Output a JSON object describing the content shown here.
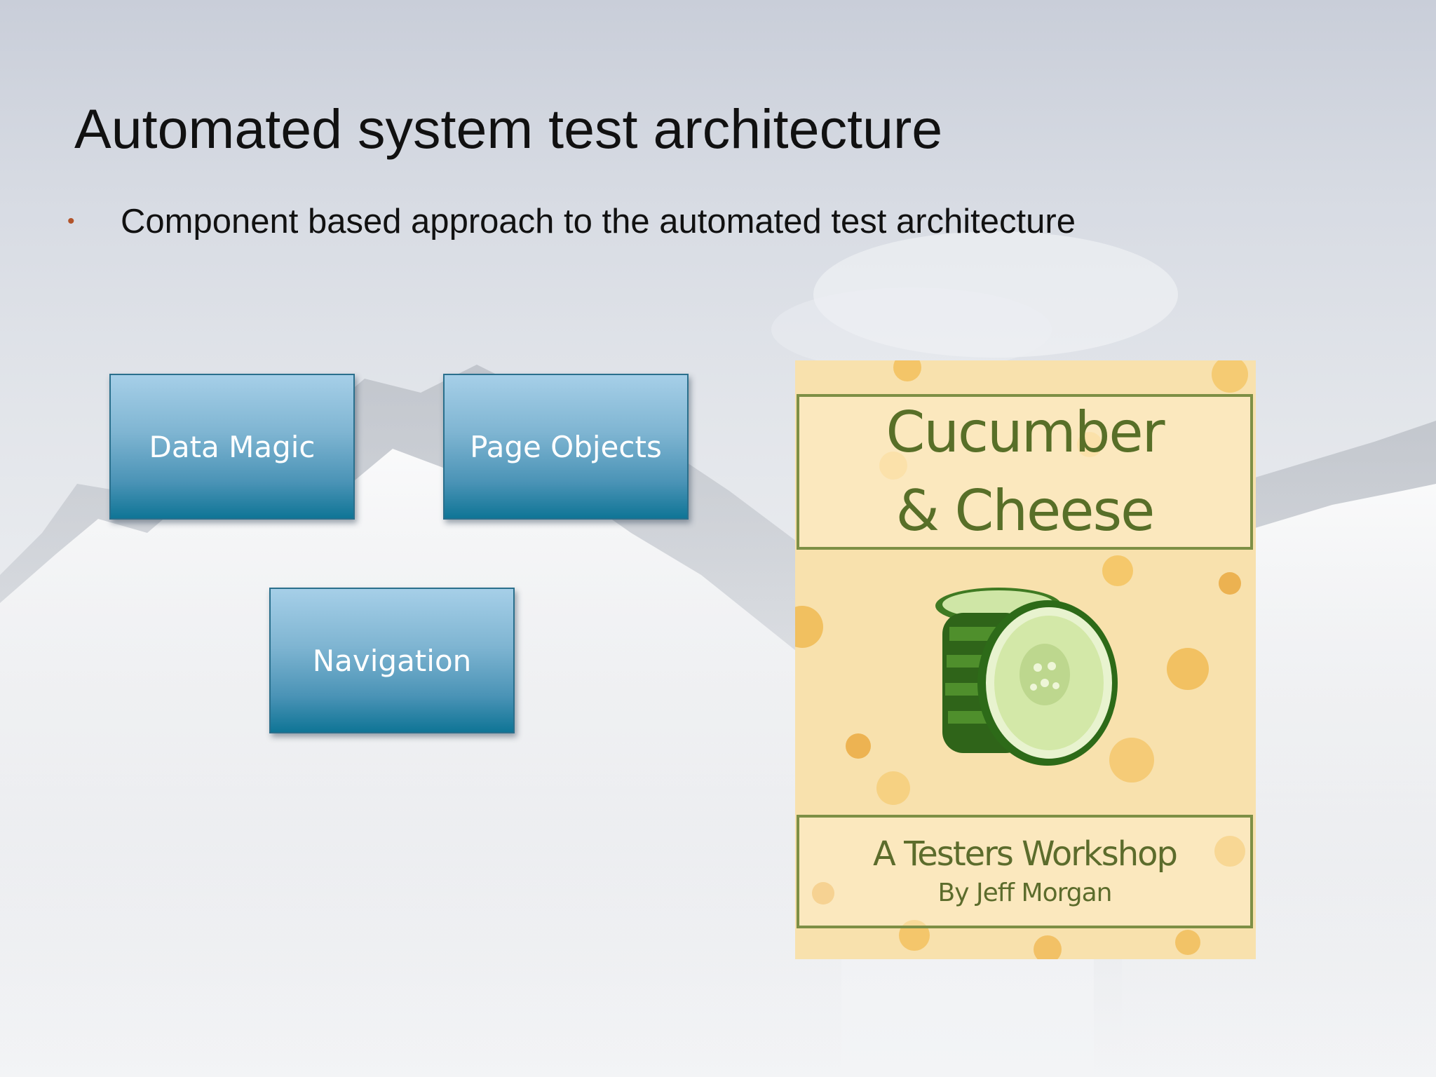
{
  "slide": {
    "title": "Automated system test architecture",
    "bullets": [
      {
        "marker": "•",
        "text": "Component based approach to the automated test architecture"
      }
    ]
  },
  "components": [
    {
      "label": "Data Magic"
    },
    {
      "label": "Page Objects"
    },
    {
      "label": "Navigation"
    }
  ],
  "book_cover": {
    "title_line_1": "Cucumber",
    "title_line_2": "& Cheese",
    "subtitle": "A Testers Workshop",
    "author": "By Jeff Morgan"
  },
  "colors": {
    "bullet_marker": "#b2542b",
    "box_top": "#a6cfe8",
    "box_bottom": "#0f7596",
    "book_background": "#f7deab",
    "book_text": "#586f28"
  }
}
